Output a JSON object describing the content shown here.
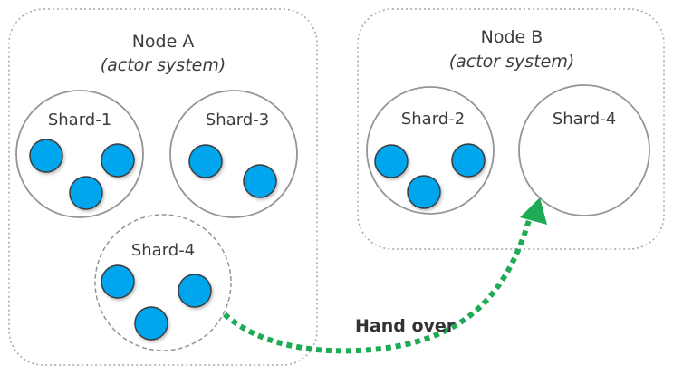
{
  "colors": {
    "actor_fill": "#00a6ed",
    "actor_stroke": "#3a3a3a",
    "node_border": "#a6a6a6",
    "shard_border": "#959595",
    "arrow": "#1faa55"
  },
  "nodes": [
    {
      "title": "Node A",
      "subtitle": "(actor system)"
    },
    {
      "title": "Node B",
      "subtitle": "(actor system)"
    }
  ],
  "shards": [
    {
      "label": "Shard-1",
      "actors": 3
    },
    {
      "label": "Shard-3",
      "actors": 2
    },
    {
      "label": "Shard-4",
      "actors": 3,
      "state": "handing over"
    },
    {
      "label": "Shard-2",
      "actors": 3
    },
    {
      "label": "Shard-4",
      "actors": 0,
      "state": "receiving"
    }
  ],
  "arrow": {
    "label": "Hand over"
  }
}
